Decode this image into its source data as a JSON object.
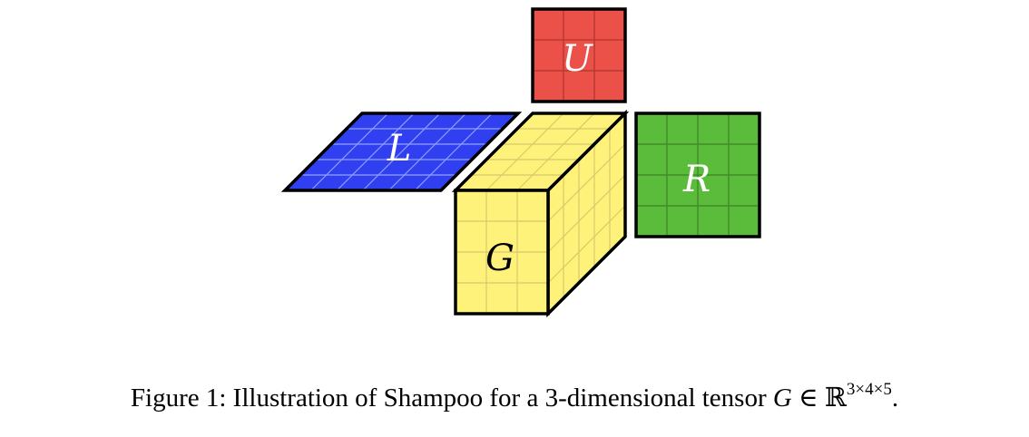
{
  "diagram": {
    "labels": {
      "u": "U",
      "l": "L",
      "g": "G",
      "r": "R"
    },
    "colors": {
      "u_fill": "#eb5149",
      "u_grid": "#b63a33",
      "l_fill": "#3040f0",
      "l_grid": "#8fa0ff",
      "g_fill": "#fff27a",
      "g_grid": "#d8c96a",
      "r_fill": "#5bbb3a",
      "r_grid": "#3f8d28",
      "stroke": "#000000"
    }
  },
  "caption": {
    "prefix": "Figure 1:  Illustration of Shampoo for a 3-dimensional tensor ",
    "symbol": "G",
    "relation": " ∈ ℝ",
    "superscript": "3×4×5",
    "suffix": "."
  }
}
